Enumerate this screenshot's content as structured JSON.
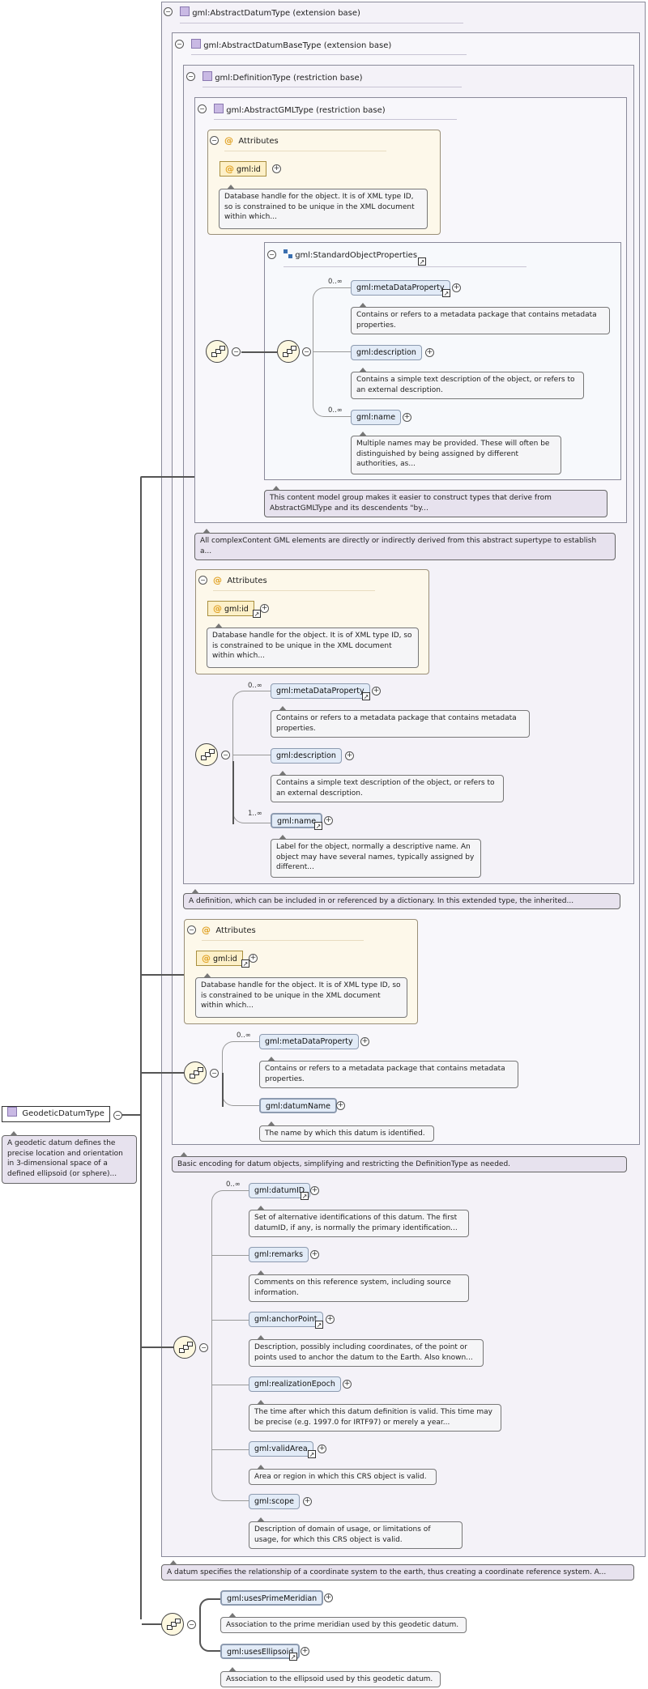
{
  "root": {
    "name": "GeodeticDatumType",
    "desc": "A geodetic datum defines the precise location and orientation in 3-dimensional space of a defined ellipsoid (or sphere)..."
  },
  "groups": {
    "abstract_datum": "gml:AbstractDatumType (extension base)",
    "abstract_datum_base": "gml:AbstractDatumBaseType (extension base)",
    "definition": "gml:DefinitionType (restriction base)",
    "abstract_gml": "gml:AbstractGMLType (restriction base)",
    "standard_props": "gml:StandardObjectProperties"
  },
  "attributes_label": "Attributes",
  "id_attr": "gml:id",
  "id_desc": "Database handle for the object. It is of XML type ID, so is constrained to be unique in the XML document within which...",
  "gml_section": {
    "meta": {
      "label": "gml:metaDataProperty",
      "card": "0..∞",
      "desc": "Contains or refers to a metadata package that contains metadata properties."
    },
    "description": {
      "label": "gml:description",
      "desc": "Contains a simple text description of the object, or refers to an external description."
    },
    "name": {
      "label": "gml:name",
      "card": "0..∞",
      "desc": "Multiple names may be provided. These will often be distinguished by being assigned by different authorities, as..."
    },
    "sop_desc": "This content model group makes it easier to construct types that derive from AbstractGMLType and its descendents \"by...",
    "type_desc": "All complexContent GML elements are directly or indirectly derived from this abstract supertype to establish a..."
  },
  "def_section": {
    "meta": {
      "label": "gml:metaDataProperty",
      "card": "0..∞",
      "desc": "Contains or refers to a metadata package that contains metadata properties."
    },
    "description": {
      "label": "gml:description",
      "desc": "Contains a simple text description of the object, or refers to an external description."
    },
    "name": {
      "label": "gml:name",
      "card": "1..∞",
      "desc": "Label for the object, normally a descriptive name. An object may have several names, typically assigned by different..."
    },
    "type_desc": "A definition, which can be included in or referenced by a dictionary. In this extended type, the inherited..."
  },
  "base_section": {
    "meta": {
      "label": "gml:metaDataProperty",
      "card": "0..∞",
      "desc": "Contains or refers to a metadata package that contains metadata properties."
    },
    "datum_name": {
      "label": "gml:datumName",
      "desc": "The name by which this datum is identified."
    },
    "type_desc": "Basic encoding for datum objects, simplifying and restricting the DefinitionType as needed."
  },
  "datum_section": {
    "datum_id": {
      "label": "gml:datumID",
      "card": "0..∞",
      "desc": "Set of alternative identifications of this datum. The first datumID, if any, is normally the primary identification..."
    },
    "remarks": {
      "label": "gml:remarks",
      "desc": "Comments on this reference system, including source information."
    },
    "anchor": {
      "label": "gml:anchorPoint",
      "desc": "Description, possibly including coordinates, of the point or points used to anchor the datum to the Earth. Also known..."
    },
    "epoch": {
      "label": "gml:realizationEpoch",
      "desc": "The time after which this datum definition is valid. This time may be precise (e.g. 1997.0 for IRTF97) or merely a year..."
    },
    "valid_area": {
      "label": "gml:validArea",
      "desc": "Area or region in which this CRS object is valid."
    },
    "scope": {
      "label": "gml:scope",
      "desc": "Description of domain of usage, or limitations of usage, for which this CRS object is valid."
    },
    "type_desc": "A datum specifies the relationship of a coordinate system to the earth, thus creating a coordinate reference system. A..."
  },
  "geodetic_section": {
    "prime_meridian": {
      "label": "gml:usesPrimeMeridian",
      "desc": "Association to the prime meridian used by this geodetic datum."
    },
    "ellipsoid": {
      "label": "gml:usesEllipsoid",
      "desc": "Association to the ellipsoid used by this geodetic datum."
    }
  },
  "colors": {
    "element_fill": "#e2ebf7",
    "attribute_fill": "#fdf0c8",
    "group_fill": "#f4f2f8",
    "desc_fill": "#e7e2ee"
  }
}
